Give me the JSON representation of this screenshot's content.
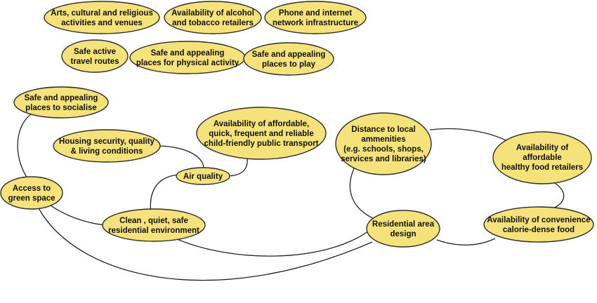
{
  "diagram": {
    "colors": {
      "node_fill": "#f5e27a",
      "node_stroke": "#2b2b2b",
      "edge": "#222222"
    },
    "nodes": {
      "arts": [
        "Arts, cultural and religious",
        "activities and venues"
      ],
      "alcohol": [
        "Availability of alcohol",
        "and tobacco retailers"
      ],
      "phone": [
        "Phone and internet",
        "network infrastructure"
      ],
      "travel": [
        "Safe active",
        "travel routes"
      ],
      "physical": [
        "Safe and appealing",
        "places for physical activity"
      ],
      "play": [
        "Safe and appealing",
        "places to play"
      ],
      "socialise": [
        "Safe and appealing",
        "places to socialise"
      ],
      "transport": [
        "Availability of affordable,",
        "quick, frequent and reliable",
        "child-friendly public transport"
      ],
      "housing": [
        "Housing security, quality",
        "& living conditions"
      ],
      "air": [
        "Air quality"
      ],
      "green": [
        "Access to",
        "green space"
      ],
      "clean": [
        "Clean , quiet, safe",
        "residential environment"
      ],
      "amenities": [
        "Distance to local",
        "ammenities",
        "(e.g. schools, shops,",
        "services and libraries)"
      ],
      "food": [
        "Availability of",
        "affordable",
        "healthy food retailers"
      ],
      "residential": [
        "Residential area",
        "design"
      ],
      "convenience": [
        "Availability of convenience",
        "calorie-dense food"
      ]
    }
  }
}
